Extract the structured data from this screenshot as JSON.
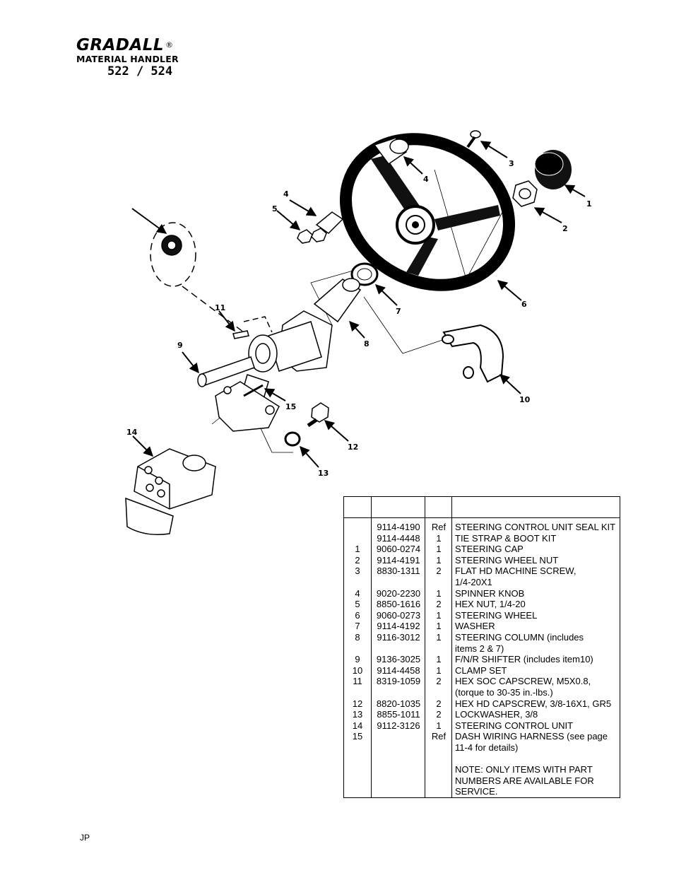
{
  "header": {
    "brand": "GRADALL",
    "registered": "®",
    "subtitle": "MATERIAL HANDLER",
    "model": "522 / 524"
  },
  "callouts": [
    "1",
    "2",
    "3",
    "4",
    "4",
    "5",
    "6",
    "7",
    "8",
    "9",
    "10",
    "11",
    "12",
    "13",
    "14",
    "15"
  ],
  "parts_table": {
    "rows": [
      {
        "item": "",
        "part": "9114-4190",
        "qty": "Ref",
        "desc": [
          "STEERING CONTROL UNIT SEAL KIT"
        ]
      },
      {
        "item": "",
        "part": "9114-4448",
        "qty": "1",
        "desc": [
          "TIE STRAP & BOOT KIT"
        ]
      },
      {
        "item": "1",
        "part": "9060-0274",
        "qty": "1",
        "desc": [
          "STEERING CAP"
        ]
      },
      {
        "item": "2",
        "part": "9114-4191",
        "qty": "1",
        "desc": [
          "STEERING WHEEL NUT"
        ]
      },
      {
        "item": "3",
        "part": "8830-1311",
        "qty": "2",
        "desc": [
          "FLAT HD MACHINE SCREW,",
          "1/4-20X1"
        ]
      },
      {
        "item": "4",
        "part": "9020-2230",
        "qty": "1",
        "desc": [
          "SPINNER KNOB"
        ]
      },
      {
        "item": "5",
        "part": "8850-1616",
        "qty": "2",
        "desc": [
          "HEX NUT, 1/4-20"
        ]
      },
      {
        "item": "6",
        "part": "9060-0273",
        "qty": "1",
        "desc": [
          "STEERING WHEEL"
        ]
      },
      {
        "item": "7",
        "part": "9114-4192",
        "qty": "1",
        "desc": [
          "WASHER"
        ]
      },
      {
        "item": "8",
        "part": "9116-3012",
        "qty": "1",
        "desc": [
          "STEERING COLUMN (includes",
          "items 2 & 7)"
        ]
      },
      {
        "item": "9",
        "part": "9136-3025",
        "qty": "1",
        "desc": [
          "F/N/R SHIFTER (includes item10)"
        ]
      },
      {
        "item": "10",
        "part": "9114-4458",
        "qty": "1",
        "desc": [
          "CLAMP SET"
        ]
      },
      {
        "item": "11",
        "part": "8319-1059",
        "qty": "2",
        "desc": [
          "HEX SOC CAPSCREW, M5X0.8,",
          "(torque to 30-35 in.-lbs.)"
        ]
      },
      {
        "item": "12",
        "part": "8820-1035",
        "qty": "2",
        "desc": [
          "HEX HD CAPSCREW, 3/8-16X1, GR5"
        ]
      },
      {
        "item": "13",
        "part": "8855-1011",
        "qty": "2",
        "desc": [
          "LOCKWASHER, 3/8"
        ]
      },
      {
        "item": "14",
        "part": "9112-3126",
        "qty": "1",
        "desc": [
          "STEERING CONTROL UNIT"
        ]
      },
      {
        "item": "15",
        "part": "",
        "qty": "Ref",
        "desc": [
          "DASH WIRING HARNESS (see page",
          "11-4 for details)"
        ]
      }
    ],
    "note": [
      "NOTE: ONLY ITEMS WITH PART",
      "NUMBERS ARE AVAILABLE FOR",
      "SERVICE."
    ]
  },
  "footer": {
    "code": "JP"
  }
}
